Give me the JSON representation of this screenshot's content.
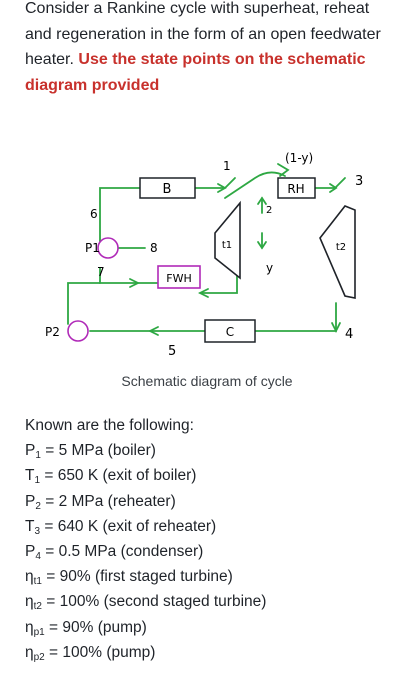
{
  "intro": {
    "text": "Consider a Rankine cycle with superheat, reheat and regeneration in the form of an open feedwater heater.",
    "highlight": "Use the state points on the schematic diagram provided"
  },
  "diagram": {
    "labels": {
      "boiler": "B",
      "reheater": "RH",
      "fwh": "FWH",
      "condenser": "C",
      "turbine1": "t1",
      "turbine2": "t2",
      "pump1": "P1",
      "pump2": "P2",
      "s1": "1",
      "s2": "2",
      "s3": "3",
      "s4": "4",
      "s5": "5",
      "s6": "6",
      "s7": "7",
      "s8": "8",
      "y": "y",
      "one_minus_y": "(1-y)"
    },
    "colors": {
      "line": "#2ea843",
      "box": "#1f2329",
      "pump": "#b02ab8",
      "text": "#1f2329"
    }
  },
  "caption": "Schematic diagram of cycle",
  "known": {
    "heading": "Known are the following:",
    "items": [
      {
        "sym": "P",
        "sub": "1",
        "rest": " = 5 MPa (boiler)"
      },
      {
        "sym": "T",
        "sub": "1",
        "rest": " = 650 K (exit of boiler)"
      },
      {
        "sym": "P",
        "sub": "2",
        "rest": " = 2 MPa (reheater)"
      },
      {
        "sym": "T",
        "sub": "3",
        "rest": " = 640 K (exit of reheater)"
      },
      {
        "sym": "P",
        "sub": "4",
        "rest": " = 0.5 MPa (condenser)"
      },
      {
        "sym": "η",
        "sub": "t1",
        "rest": " = 90% (first staged turbine)"
      },
      {
        "sym": "η",
        "sub": "t2",
        "rest": " = 100% (second staged turbine)"
      },
      {
        "sym": "η",
        "sub": "p1",
        "rest": " = 90% (pump)"
      },
      {
        "sym": "η",
        "sub": "p2",
        "rest": " = 100% (pump)"
      }
    ]
  }
}
